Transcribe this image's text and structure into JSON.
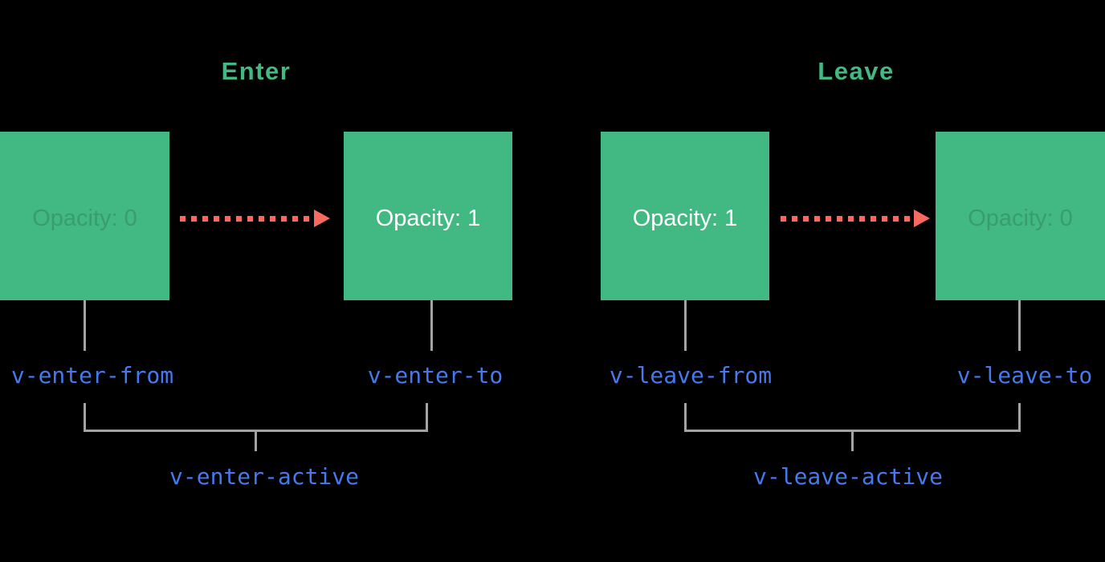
{
  "colors": {
    "background": "#000000",
    "box_green": "#42b883",
    "title_green": "#42b883",
    "arrow_red": "#f8695f",
    "label_blue": "#4678ee",
    "connector_gray": "#a3a3a3",
    "box_text_white": "#ffffff",
    "box_text_faded": "rgba(0,0,0,0.15)"
  },
  "enter": {
    "title": "Enter",
    "start_box_label": "Opacity: 0",
    "end_box_label": "Opacity: 1",
    "from_class": "v-enter-from",
    "to_class": "v-enter-to",
    "active_class": "v-enter-active"
  },
  "leave": {
    "title": "Leave",
    "start_box_label": "Opacity: 1",
    "end_box_label": "Opacity: 0",
    "from_class": "v-leave-from",
    "to_class": "v-leave-to",
    "active_class": "v-leave-active"
  }
}
